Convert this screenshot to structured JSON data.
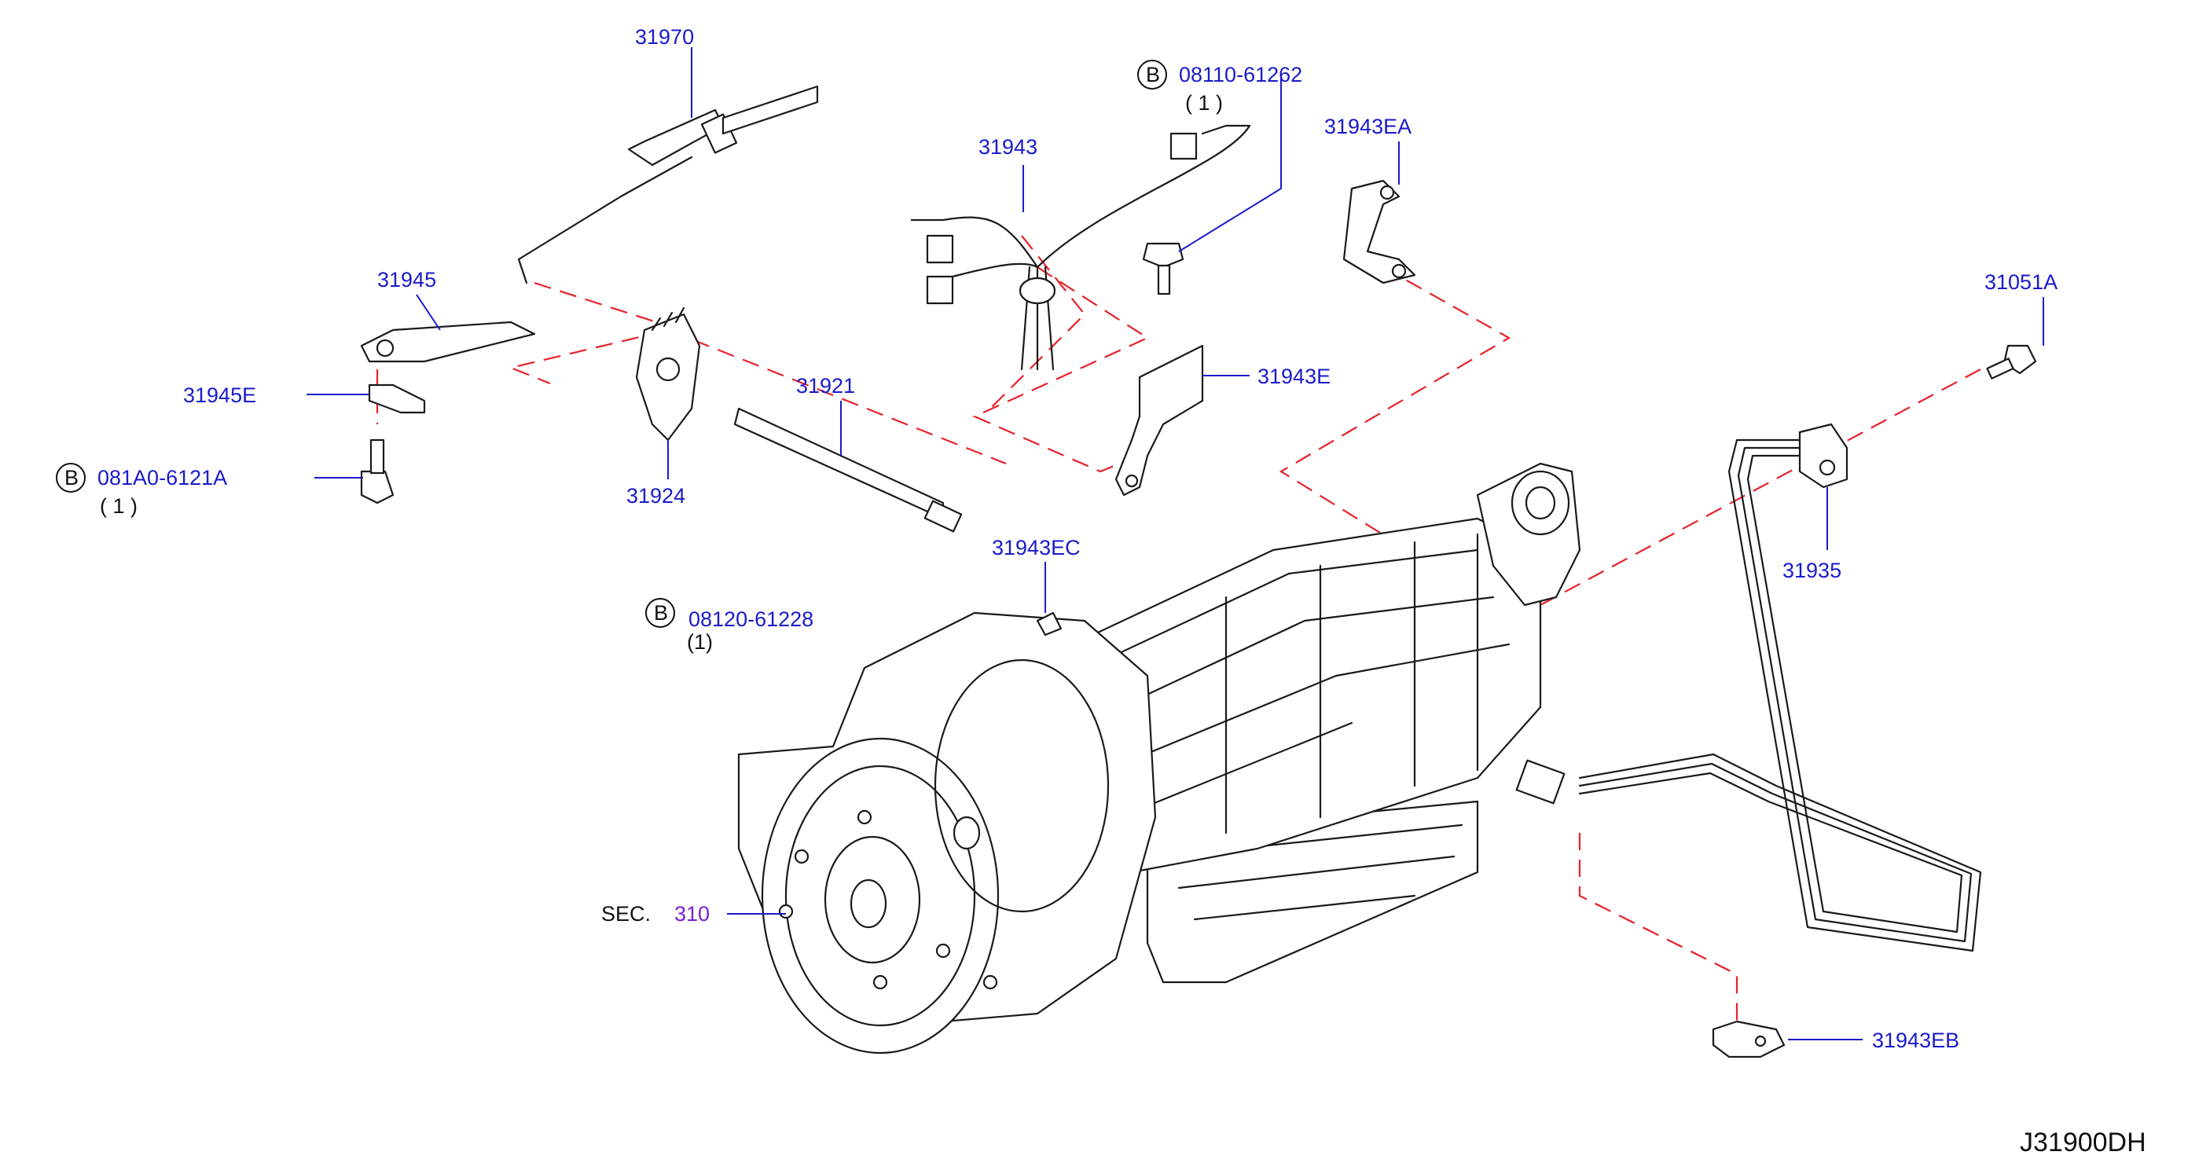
{
  "colors": {
    "label": "#1a1acc",
    "section": "#7a1fd0",
    "text": "#111111",
    "dash": "#e8202a",
    "line": "#1a1a1a"
  },
  "labels": {
    "p31970": "31970",
    "p08110": "08110-61262",
    "p08110_qty": "( 1 )",
    "p31943": "31943",
    "p31943EA": "31943EA",
    "p31945": "31945",
    "p31945E": "31945E",
    "p081A0": "081A0-6121A",
    "p081A0_qty": "( 1 )",
    "p31921": "31921",
    "p31924": "31924",
    "p31943E": "31943E",
    "p31051A": "31051A",
    "p31935": "31935",
    "p31943EC": "31943EC",
    "p08120": "08120-61228",
    "p08120_qty": "(1)",
    "sec_prefix": "SEC.",
    "sec_num": "310",
    "p31943EB": "31943EB",
    "diagram_code": "J31900DH",
    "b_symbol": "B"
  }
}
